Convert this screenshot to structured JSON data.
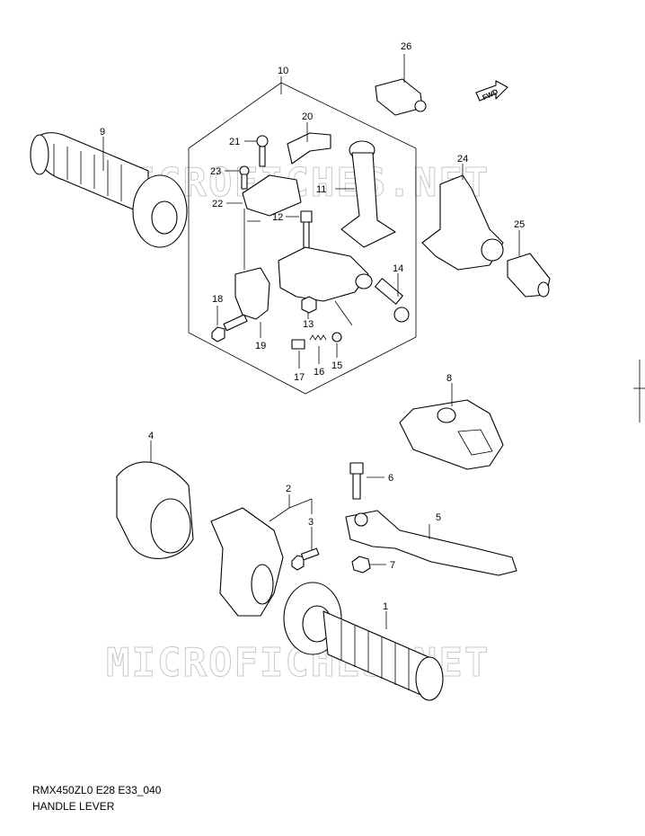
{
  "diagram": {
    "code": "RMX450ZL0 E28 E33_040",
    "title": "HANDLE LEVER",
    "watermark": "MICROFICHES.NET",
    "direction_label": "FWD",
    "callouts": [
      "1",
      "2",
      "3",
      "4",
      "5",
      "6",
      "7",
      "8",
      "9",
      "10",
      "11",
      "12",
      "13",
      "14",
      "15",
      "16",
      "17",
      "18",
      "19",
      "20",
      "21",
      "22",
      "23",
      "24",
      "25",
      "26"
    ]
  }
}
